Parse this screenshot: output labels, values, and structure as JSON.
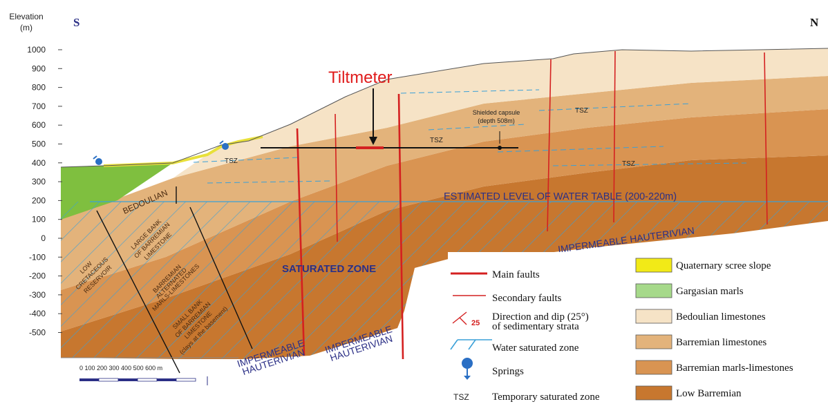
{
  "axis": {
    "label_line1": "Elevation",
    "label_line2": "(m)",
    "ticks": [
      "1000",
      "900",
      "800",
      "700",
      "600",
      "500",
      "400",
      "300",
      "200",
      "100",
      "0",
      "-100",
      "-200",
      "-300",
      "-400",
      "-500"
    ]
  },
  "orientation": {
    "south": "S",
    "north": "N"
  },
  "tiltmeter": "Tiltmeter",
  "capsule": {
    "line1": "Shielded capsule",
    "line2": "(depth 508m)"
  },
  "tsz_label": "TSZ",
  "water_table": "ESTIMATED LEVEL OF WATER TABLE (200-220m)",
  "impermeable": "IMPERMEABLE HAUTERIVIAN",
  "imp_word1": "IMPERMEABLE",
  "imp_word2": "HAUTERIVIAN",
  "saturated_zone": "SATURATED ZONE",
  "bedoulian": "BEDOULIAN",
  "geo_labels": {
    "low_cret": [
      "LOW",
      "CRETACEOUS",
      "RESERVOIR"
    ],
    "large_bank": [
      "LARGE BANK",
      "OF BARREMIAN",
      "LIMESTONE"
    ],
    "alternated": [
      "BARREMIAN",
      "ALTERNATED",
      "MARLS-LIMESTONES"
    ],
    "small_bank": [
      "SMALL BANK",
      "OF BARREMIAN",
      "LIMESTONE",
      "(clays at the basement)"
    ]
  },
  "scale": {
    "labels": "0  100  200  300  400  500  600 m"
  },
  "legend_left": [
    {
      "label": "Main faults"
    },
    {
      "label": "Secondary faults"
    },
    {
      "label": "Direction and dip (25°)",
      "label2": "of sedimentary strata",
      "dip_value": "25"
    },
    {
      "label": "Water saturated zone"
    },
    {
      "label": "Springs"
    },
    {
      "label": "Temporary saturated zone",
      "abbr": "TSZ"
    }
  ],
  "legend_right": [
    {
      "label": "Quaternary scree slope",
      "color": "#f2ea17"
    },
    {
      "label": "Gargasian marls",
      "color": "#a6d98a"
    },
    {
      "label": "Bedoulian limestones",
      "color": "#f6e3c6"
    },
    {
      "label": "Barremian limestones",
      "color": "#e3b37b"
    },
    {
      "label": "Barremian marls-limestones",
      "color": "#d99452"
    },
    {
      "label": "Low Barremian",
      "color": "#c7772f"
    }
  ],
  "colors": {
    "fault": "#d42020",
    "water": "#3aa0d8",
    "text_blue": "#2b2f86",
    "gargasian": "#7fbf3f",
    "scree": "#e8e03a"
  }
}
